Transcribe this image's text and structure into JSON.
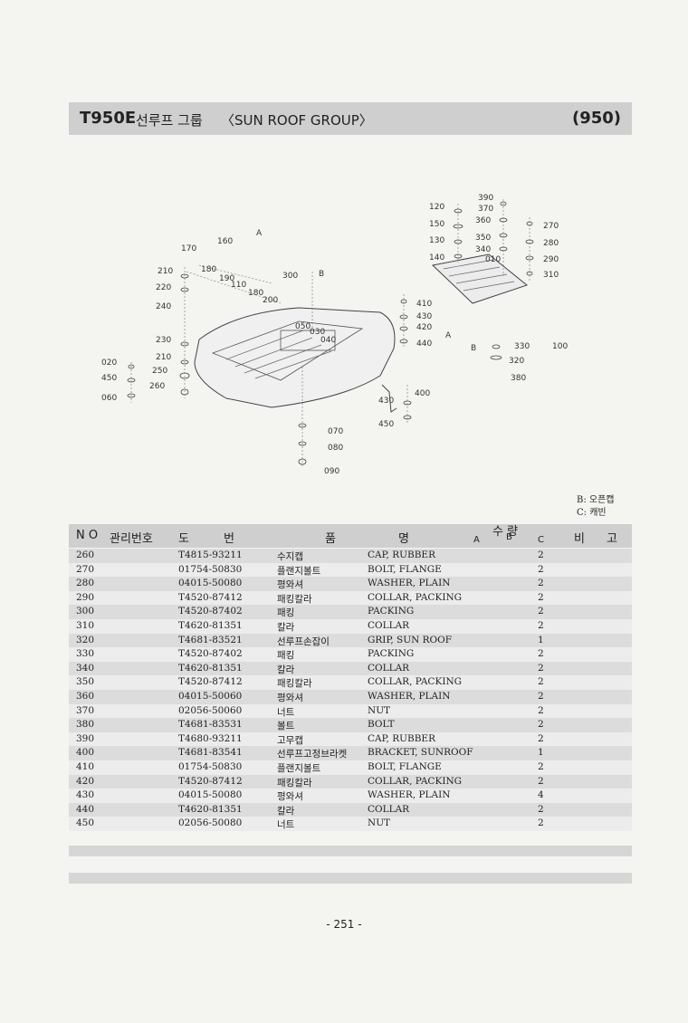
{
  "header": {
    "model": "T950E",
    "title_ko": "선루프 그룹",
    "title_en": "〈SUN ROOF GROUP〉",
    "group_code": "(950)"
  },
  "diagram": {
    "labels": [
      "390",
      "370",
      "360",
      "350",
      "340",
      "010",
      "120",
      "150",
      "130",
      "140",
      "270",
      "280",
      "290",
      "310",
      "160",
      "170",
      "180",
      "190",
      "110",
      "180",
      "200",
      "210",
      "220",
      "240",
      "300",
      "050",
      "030",
      "040",
      "410",
      "430",
      "420",
      "440",
      "230",
      "210",
      "250",
      "260",
      "020",
      "450",
      "060",
      "330",
      "100",
      "320",
      "380",
      "400",
      "430",
      "450",
      "070",
      "080",
      "090",
      "A",
      "B",
      "A",
      "B"
    ]
  },
  "legend": {
    "b": "B: 오픈캡",
    "c": "C: 캐빈"
  },
  "table": {
    "headers": {
      "no": "N O",
      "mgmt": "관리번호",
      "drawing_1": "도",
      "drawing_2": "번",
      "name_1": "품",
      "name_2": "명",
      "qty": "수 량",
      "qty_a": "A",
      "qty_b": "B",
      "qty_c": "C",
      "remark_1": "비",
      "remark_2": "고"
    },
    "rows": [
      {
        "no": "260",
        "part": "T4815-93211",
        "ko": "수지캡",
        "en": "CAP, RUBBER",
        "qty": "2"
      },
      {
        "no": "270",
        "part": "01754-50830",
        "ko": "플랜지볼트",
        "en": "BOLT, FLANGE",
        "qty": "2"
      },
      {
        "no": "280",
        "part": "04015-50080",
        "ko": "평와셔",
        "en": "WASHER, PLAIN",
        "qty": "2"
      },
      {
        "no": "290",
        "part": "T4520-87412",
        "ko": "패킹칼라",
        "en": "COLLAR, PACKING",
        "qty": "2"
      },
      {
        "no": "300",
        "part": "T4520-87402",
        "ko": "패킹",
        "en": "PACKING",
        "qty": "2"
      },
      {
        "no": "310",
        "part": "T4620-81351",
        "ko": "칼라",
        "en": "COLLAR",
        "qty": "2"
      },
      {
        "no": "320",
        "part": "T4681-83521",
        "ko": "선루프손잡이",
        "en": "GRIP, SUN ROOF",
        "qty": "1"
      },
      {
        "no": "330",
        "part": "T4520-87402",
        "ko": "패킹",
        "en": "PACKING",
        "qty": "2"
      },
      {
        "no": "340",
        "part": "T4620-81351",
        "ko": "칼라",
        "en": "COLLAR",
        "qty": "2"
      },
      {
        "no": "350",
        "part": "T4520-87412",
        "ko": "패킹칼라",
        "en": "COLLAR, PACKING",
        "qty": "2"
      },
      {
        "no": "360",
        "part": "04015-50060",
        "ko": "평와셔",
        "en": "WASHER, PLAIN",
        "qty": "2"
      },
      {
        "no": "370",
        "part": "02056-50060",
        "ko": "너트",
        "en": "NUT",
        "qty": "2"
      },
      {
        "no": "380",
        "part": "T4681-83531",
        "ko": "볼트",
        "en": "BOLT",
        "qty": "2"
      },
      {
        "no": "390",
        "part": "T4680-93211",
        "ko": "고무캡",
        "en": "CAP, RUBBER",
        "qty": "2"
      },
      {
        "no": "400",
        "part": "T4681-83541",
        "ko": "선루프고정브라켓",
        "en": "BRACKET, SUNROOF",
        "qty": "1"
      },
      {
        "no": "410",
        "part": "01754-50830",
        "ko": "플랜지볼트",
        "en": "BOLT, FLANGE",
        "qty": "2"
      },
      {
        "no": "420",
        "part": "T4520-87412",
        "ko": "패킹칼라",
        "en": "COLLAR, PACKING",
        "qty": "2"
      },
      {
        "no": "430",
        "part": "04015-50080",
        "ko": "평와셔",
        "en": "WASHER, PLAIN",
        "qty": "4"
      },
      {
        "no": "440",
        "part": "T4620-81351",
        "ko": "칼라",
        "en": "COLLAR",
        "qty": "2"
      },
      {
        "no": "450",
        "part": "02056-50080",
        "ko": "너트",
        "en": "NUT",
        "qty": "2"
      }
    ]
  },
  "page_number": "- 251 -"
}
